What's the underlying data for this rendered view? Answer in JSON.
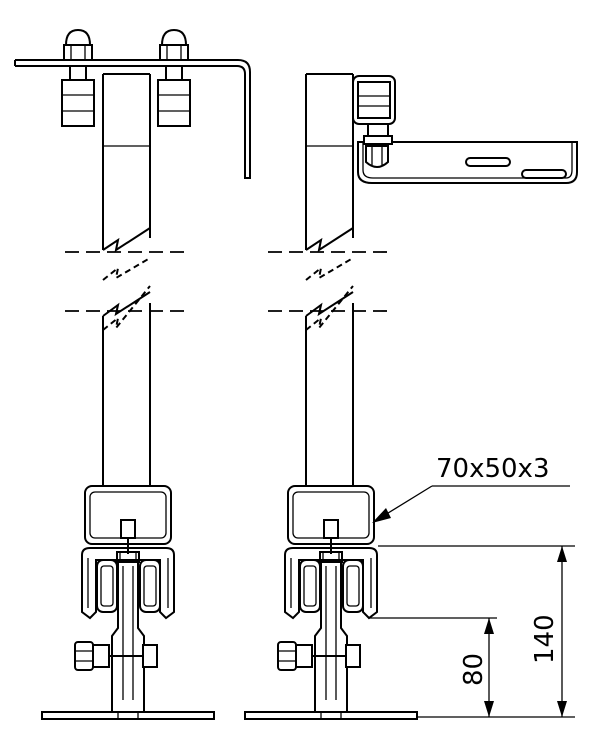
{
  "labels": {
    "profile": "70x50x3",
    "dim_total": "140",
    "dim_lower": "80"
  },
  "colors": {
    "line": "#000000",
    "background": "#ffffff"
  }
}
